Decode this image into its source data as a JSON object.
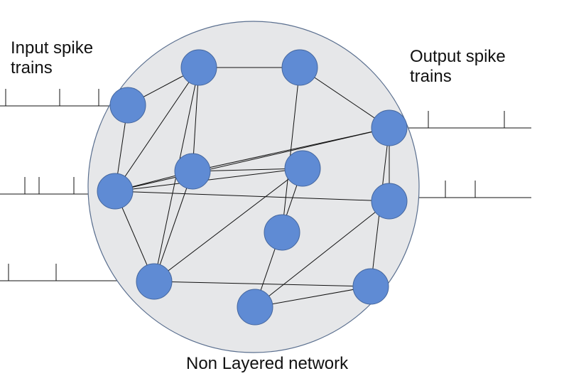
{
  "labels": {
    "input_line1": "Input spike",
    "input_line2": "trains",
    "output_line1": "Output spike",
    "output_line2": "trains",
    "caption": "Non Layered network"
  },
  "colors": {
    "network_fill": "#e6e7e9",
    "network_stroke": "#5a6f8f",
    "neuron_fill": "#5f8bd4",
    "neuron_stroke": "#44669e",
    "line": "#111111"
  },
  "diagram": {
    "neurons": [
      "n1",
      "n2",
      "n3",
      "n4",
      "n5",
      "n6",
      "n7",
      "n8",
      "n9",
      "n10",
      "n11",
      "n12"
    ],
    "synapses": [
      [
        "n1",
        "n2"
      ],
      [
        "n1",
        "n5"
      ],
      [
        "n2",
        "n3"
      ],
      [
        "n2",
        "n5"
      ],
      [
        "n2",
        "n6"
      ],
      [
        "n2",
        "n9"
      ],
      [
        "n3",
        "n4"
      ],
      [
        "n3",
        "n8"
      ],
      [
        "n4",
        "n5"
      ],
      [
        "n4",
        "n6"
      ],
      [
        "n4",
        "n10"
      ],
      [
        "n4",
        "n11"
      ],
      [
        "n5",
        "n6"
      ],
      [
        "n5",
        "n7"
      ],
      [
        "n5",
        "n9"
      ],
      [
        "n5",
        "n10"
      ],
      [
        "n6",
        "n7"
      ],
      [
        "n6",
        "n9"
      ],
      [
        "n7",
        "n9"
      ],
      [
        "n7",
        "n12"
      ],
      [
        "n9",
        "n11"
      ],
      [
        "n11",
        "n12"
      ],
      [
        "n10",
        "n12"
      ]
    ],
    "inputs": [
      {
        "neuron": "n5",
        "ticks": 3
      },
      {
        "neuron": "n1",
        "ticks": 3
      },
      {
        "neuron": "n9",
        "ticks": 2
      }
    ],
    "outputs": [
      {
        "neuron": "n4",
        "ticks": 2
      },
      {
        "neuron": "n10",
        "ticks": 2
      }
    ]
  }
}
